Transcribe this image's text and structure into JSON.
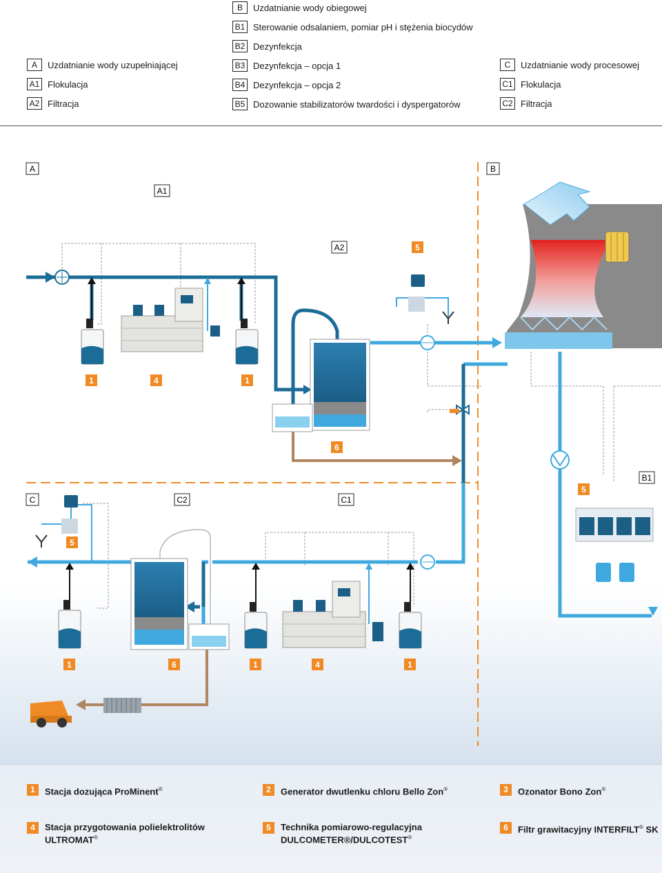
{
  "header": {
    "col_a": [
      {
        "key": "A",
        "label": "Uzdatnianie wody uzupełniającej"
      },
      {
        "key": "A1",
        "label": "Flokulacja"
      },
      {
        "key": "A2",
        "label": "Filtracja"
      }
    ],
    "col_b": [
      {
        "key": "B",
        "label": "Uzdatnianie wody obiegowej"
      },
      {
        "key": "B1",
        "label": "Sterowanie odsalaniem, pomiar pH i stężenia biocydów"
      },
      {
        "key": "B2",
        "label": "Dezynfekcja"
      },
      {
        "key": "B3",
        "label": "Dezynfekcja – opcja 1"
      },
      {
        "key": "B4",
        "label": "Dezynfekcja – opcja 2"
      },
      {
        "key": "B5",
        "label": "Dozowanie stabilizatorów twardości i dyspergatorów"
      }
    ],
    "col_c": [
      {
        "key": "C",
        "label": "Uzdatnianie wody procesowej"
      },
      {
        "key": "C1",
        "label": "Flokulacja"
      },
      {
        "key": "C2",
        "label": "Filtracja"
      }
    ]
  },
  "diagram": {
    "sections": {
      "a": "A",
      "a1": "A1",
      "a2": "A2",
      "b": "B",
      "b1": "B1",
      "c": "C",
      "c1": "C1",
      "c2": "C2"
    },
    "numbers": {
      "top_dosing_left": "1",
      "top_ultromat": "4",
      "top_dosing_right": "1",
      "top_measure": "5",
      "top_filter": "6",
      "b_measure": "5",
      "c_measure": "5",
      "c_dosing_left": "1",
      "c_filter": "6",
      "c_dosing_mid": "1",
      "c_ultromat": "4",
      "c_dosing_right": "1"
    },
    "colors": {
      "make_up_water": "#1b6c96",
      "circulating_water": "#3fa9df",
      "sludge": "#b08560",
      "section_divider": "#f08a24",
      "tower_body": "#8a8a8a",
      "heat_gradient_top": "#e3241f",
      "dashed_signal": "#9a9a9a"
    },
    "icons": [
      "flow-meter-icon",
      "dosing-tank-icon",
      "ultromat-station-icon",
      "gravity-filter-icon",
      "controller-icon",
      "cooling-tower-icon",
      "heat-exchanger-icon",
      "pump-icon",
      "valve-icon",
      "dump-truck-icon",
      "filter-press-icon",
      "drain-icon"
    ]
  },
  "legend": [
    {
      "num": "1",
      "line1": "Stacja dozująca ProMinent",
      "sup1": "®",
      "line2": "",
      "sup2": ""
    },
    {
      "num": "2",
      "line1": "Generator dwutlenku chloru Bello Zon",
      "sup1": "®",
      "line2": "",
      "sup2": ""
    },
    {
      "num": "3",
      "line1": "Ozonator Bono Zon",
      "sup1": "®",
      "line2": "",
      "sup2": ""
    },
    {
      "num": "4",
      "line1": "Stacja przygotowania polielektrolitów",
      "sup1": "",
      "line2": "ULTROMAT",
      "sup2": "®"
    },
    {
      "num": "5",
      "line1": "Technika pomiarowo-regulacyjna",
      "sup1": "",
      "line2": "DULCOMETER®/DULCOTEST",
      "sup2": "®"
    },
    {
      "num": "6",
      "line1": "Filtr grawitacyjny INTERFILT",
      "sup1": "®",
      "line1b": " SK",
      "line2": "",
      "sup2": ""
    }
  ]
}
